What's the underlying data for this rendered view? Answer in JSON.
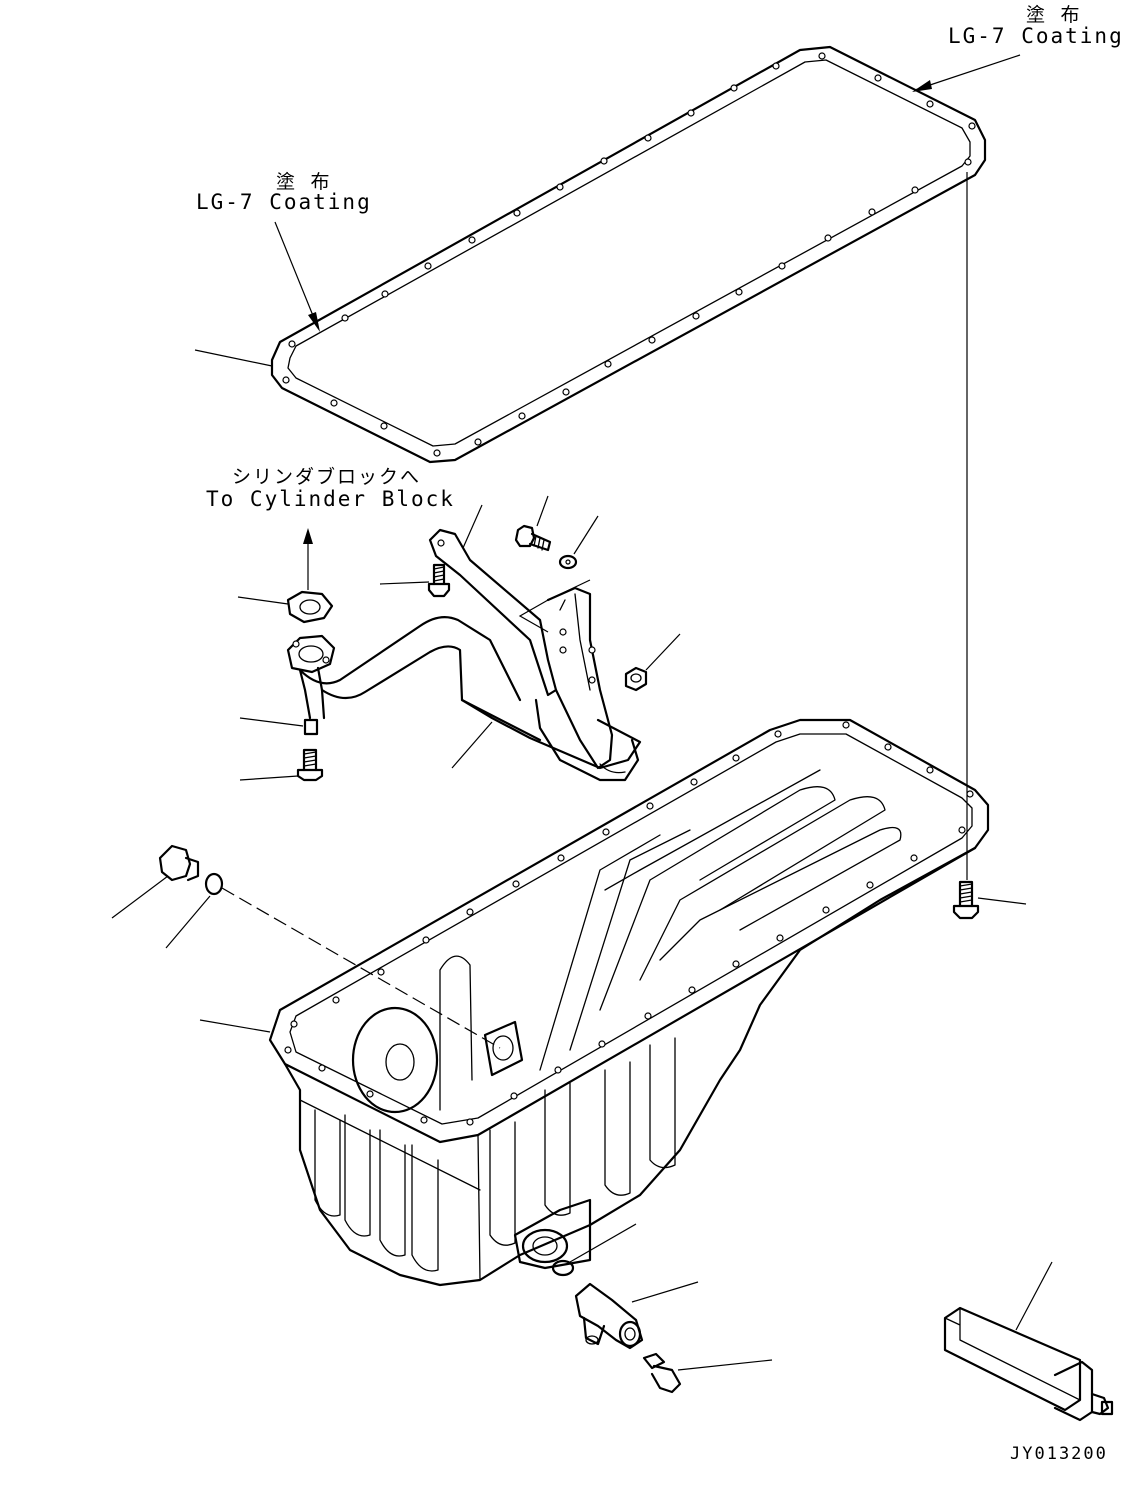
{
  "labels": {
    "coating_top": {
      "jp": "塗 布",
      "en": "LG-7 Coating"
    },
    "coating_left": {
      "jp": "塗 布",
      "en": "LG-7 Coating"
    },
    "cylinder_block": {
      "jp": "シリンダブロックへ",
      "en": "To Cylinder Block"
    }
  },
  "drawing_code": "JY013200"
}
